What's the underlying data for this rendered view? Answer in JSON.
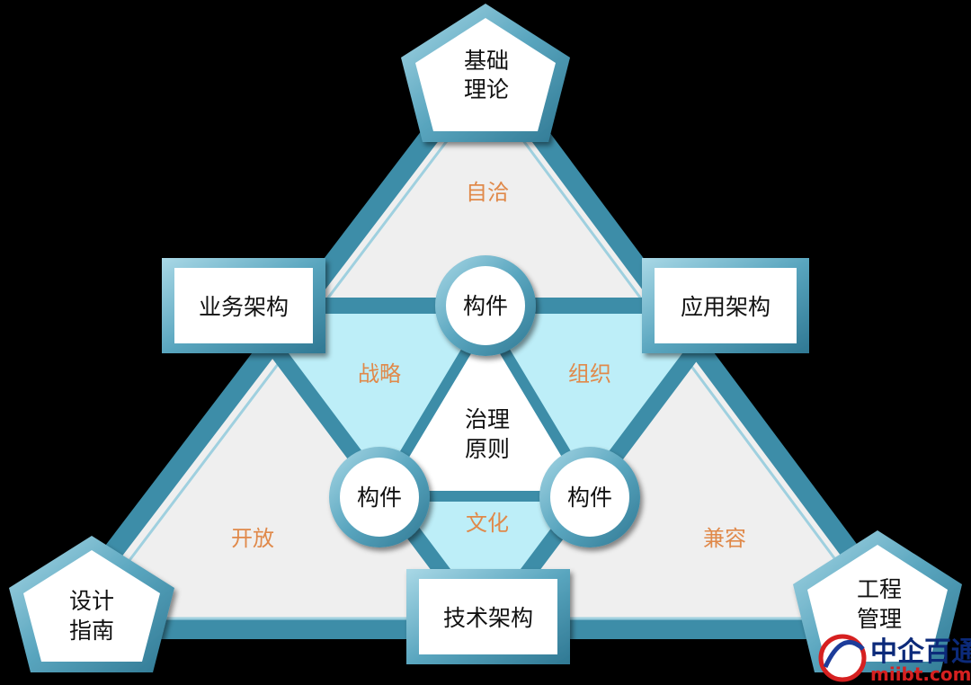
{
  "nodes": {
    "top": [
      "基础",
      "理论"
    ],
    "bottom_left": [
      "设计",
      "指南"
    ],
    "bottom_right": [
      "工程",
      "管理"
    ],
    "left_box": "业务架构",
    "right_box": "应用架构",
    "bottom_box": "技术架构",
    "center": [
      "治理",
      "原则"
    ],
    "component_top": "构件",
    "component_left": "构件",
    "component_right": "构件"
  },
  "regions": {
    "top": "自洽",
    "left": "开放",
    "right": "兼容",
    "inner_left": "战略",
    "inner_right": "组织",
    "inner_bottom": "文化"
  },
  "watermark": {
    "brand": "中企百通",
    "domain": "miibt.com"
  },
  "colors": {
    "outer_gray": "#efefef",
    "inner_cyan": "#bdeef8",
    "frame_blue": "#3d8da8",
    "frame_light": "#9fd0df",
    "label_orange": "#e0894a"
  }
}
